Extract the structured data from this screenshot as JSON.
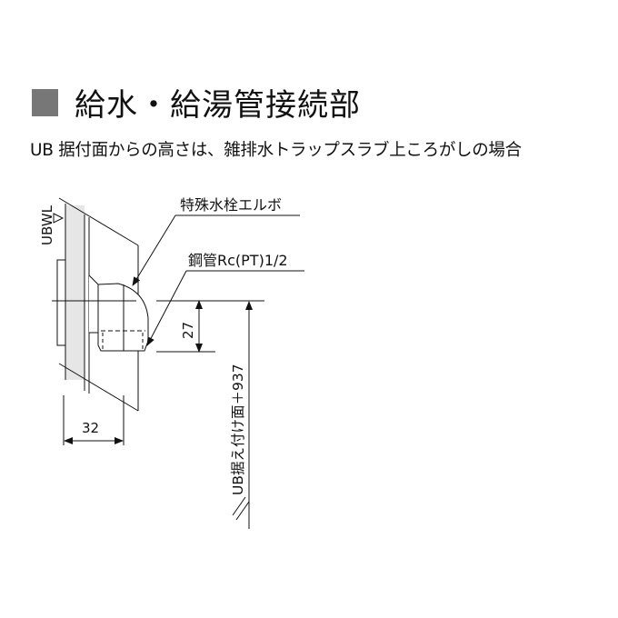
{
  "header": {
    "title": "給水・給湯管接続部",
    "subtitle": "UB 据付面からの高さは、雑排水トラップスラブ上ころがしの場合"
  },
  "diagram": {
    "level_label": "UBWL",
    "elbow_label": "特殊水栓エルボ",
    "pipe_label": "鋼管Rc(PT)1/2",
    "dim_height": "27",
    "dim_depth": "32",
    "dim_floor": "UB据え付け面＋937"
  },
  "colors": {
    "mark": "#777777",
    "wall_fill": "#e6e6e6"
  }
}
